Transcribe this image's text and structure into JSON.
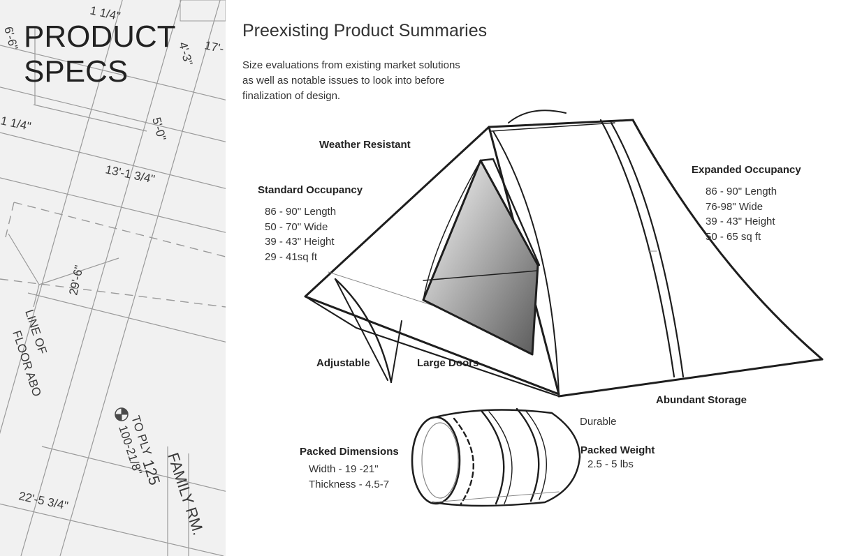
{
  "panel": {
    "title_line1": "PRODUCT",
    "title_line2": "SPECS",
    "blueprint_labels": [
      "1 1/4\"",
      "6'-6\"",
      "17'-",
      "4'-3\"",
      "1 1/4\"",
      "5'-0\"",
      "13'-1 3/4\"",
      "29'-6\"",
      "LINE OF",
      "FLOOR ABO",
      "TO PLY",
      "100-21/8\"",
      "FAMILY RM.",
      "125",
      "22'-5 3/4\""
    ]
  },
  "header": {
    "title": "Preexisting Product Summaries",
    "intro_lines": [
      "Size evaluations from existing market solutions",
      "as well as notable issues to look into before",
      "finalization of design."
    ]
  },
  "features": {
    "weather": "Weather Resistant",
    "adjustable": "Adjustable",
    "large_doors": "Large Doors",
    "abundant_storage": "Abundant Storage",
    "durable": "Durable"
  },
  "standard_occupancy": {
    "heading": "Standard Occupancy",
    "specs": [
      "86 - 90\" Length",
      "50 - 70\" Wide",
      "39 - 43\" Height",
      "29 - 41sq ft"
    ]
  },
  "expanded_occupancy": {
    "heading": "Expanded Occupancy",
    "specs": [
      "86 - 90\" Length",
      "76-98\" Wide",
      "39 - 43\" Height",
      "50 - 65 sq ft"
    ]
  },
  "packed_dimensions": {
    "heading": "Packed Dimensions",
    "specs": [
      "Width - 19 -21\"",
      "Thickness - 4.5-7"
    ]
  },
  "packed_weight": {
    "heading": "Packed Weight",
    "value": "2.5 - 5 lbs"
  }
}
